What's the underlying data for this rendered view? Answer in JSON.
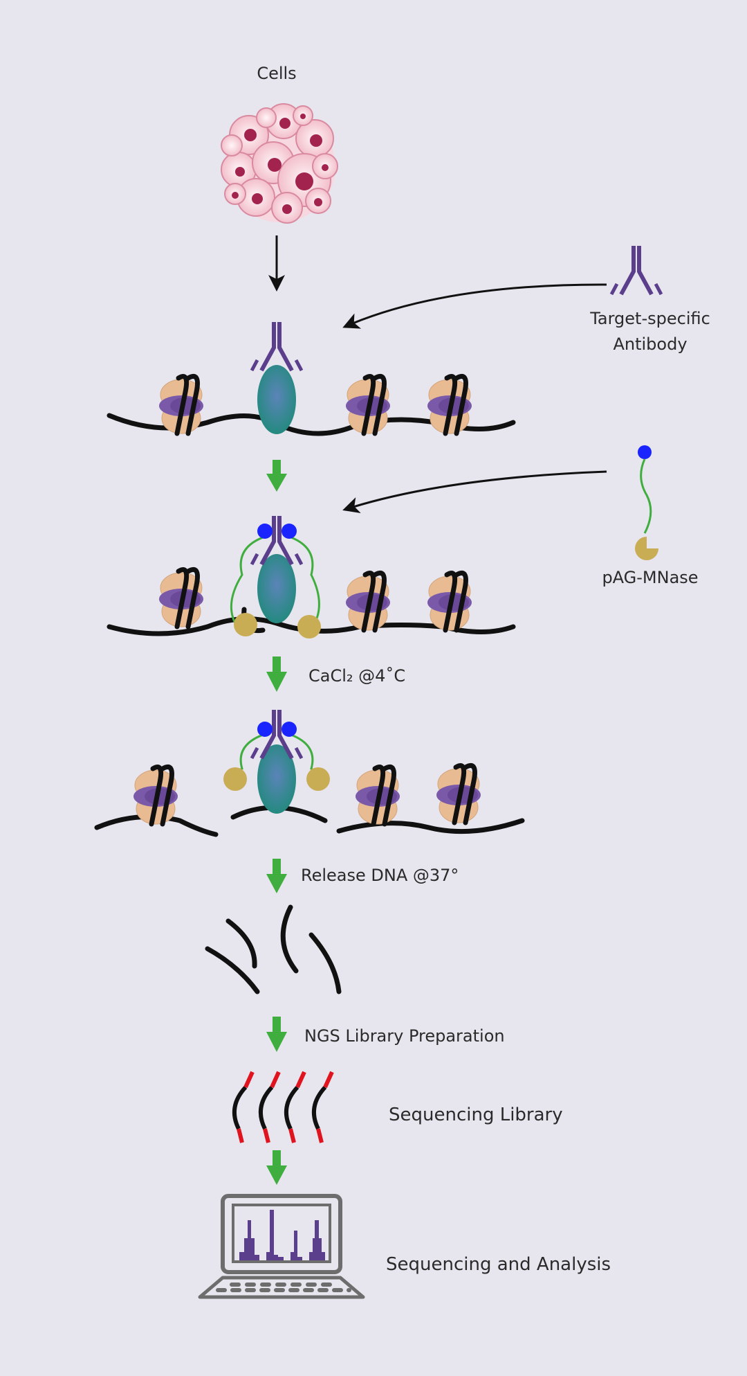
{
  "labels": {
    "cells": "Cells",
    "antibody_line1": "Target-specific",
    "antibody_line2": "Antibody",
    "pag_mnase": "pAG-MNase",
    "cacl2_step": "CaCl₂  @4˚C",
    "release_step": "Release DNA @37°",
    "ngs_step": "NGS Library Preparation",
    "sequencing_library": "Sequencing Library",
    "sequencing_analysis": "Sequencing and Analysis"
  },
  "colors": {
    "background": "#e7e5ed",
    "arrow_green": "#3fae3f",
    "antibody_purple": "#5b3f8c",
    "target_protein_teal": "#2a8a80",
    "histone_tan": "#e8bb92",
    "histone_purple": "#7a5aa8",
    "pag_blue": "#1a24ff",
    "mnase_gold": "#c9ad55",
    "linker_green": "#3fae3f",
    "adapter_red": "#e0141e",
    "laptop_gray": "#6d6d6d"
  }
}
